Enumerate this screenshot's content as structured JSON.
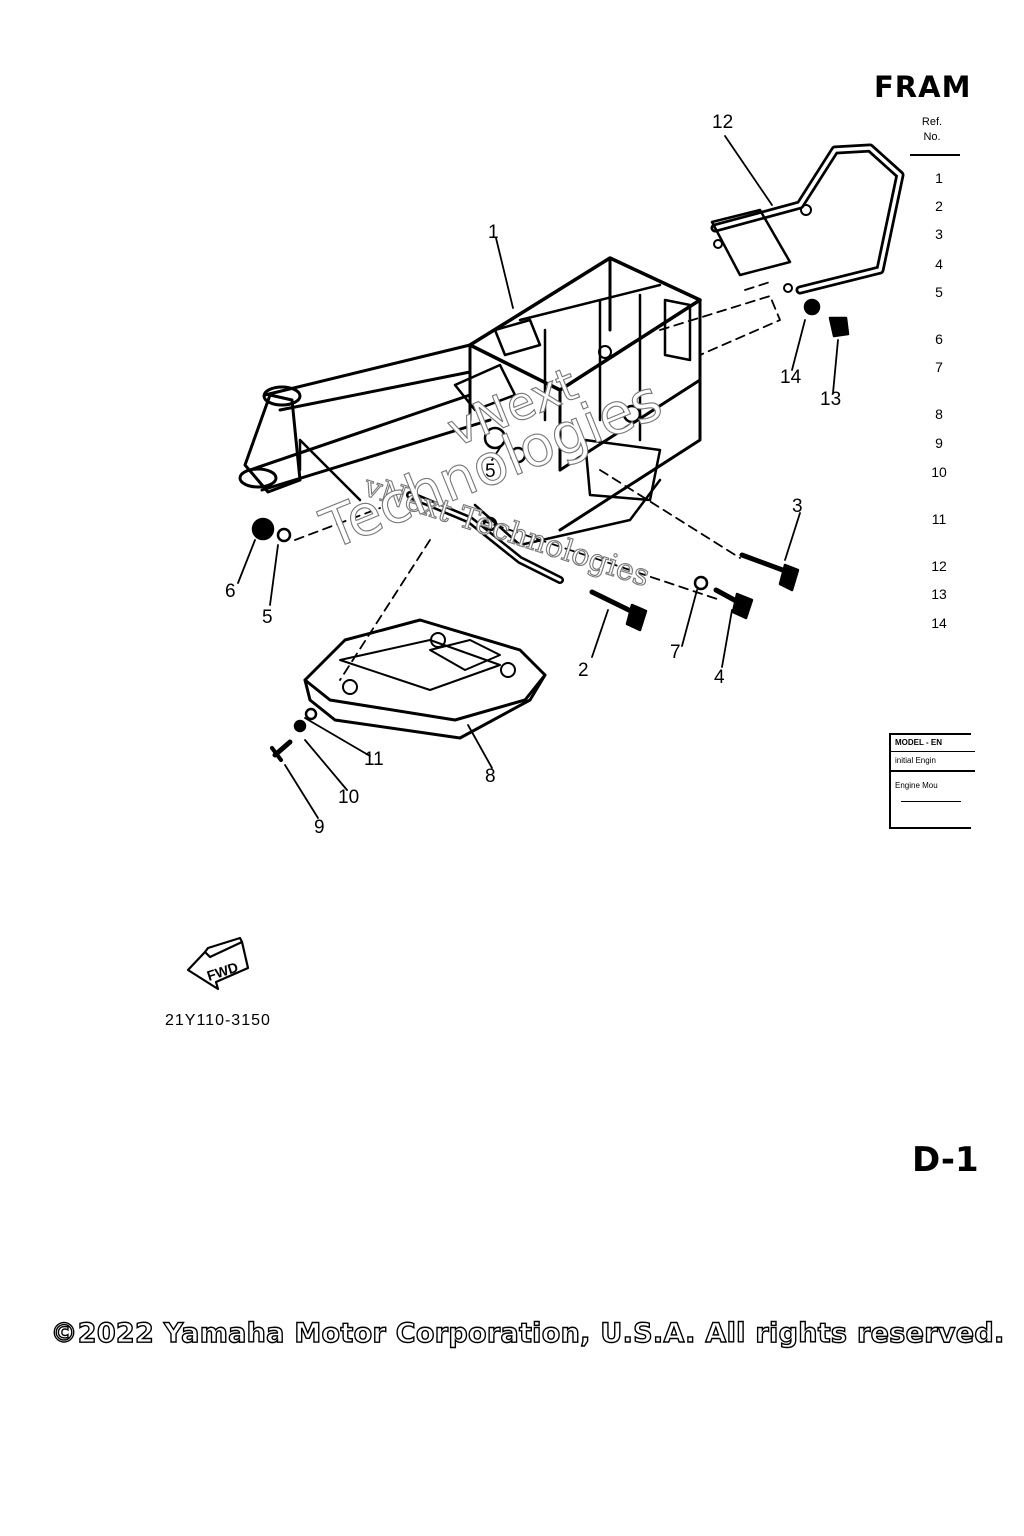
{
  "header": {
    "title": "FRAM",
    "ref_column_header": [
      "Ref.",
      "No."
    ],
    "ref_numbers": [
      "1",
      "2",
      "3",
      "4",
      "5",
      "6",
      "7",
      "8",
      "9",
      "10",
      "11",
      "12",
      "13",
      "14"
    ]
  },
  "diagram": {
    "callouts": [
      "1",
      "2",
      "3",
      "4",
      "5",
      "6",
      "7",
      "8",
      "9",
      "10",
      "11",
      "12",
      "13",
      "14",
      "5"
    ],
    "fwd_label": "FWD",
    "drawing_code": "21Y110-3150"
  },
  "model_box": {
    "row1": "MODEL - EN",
    "row2": "initial Engin",
    "row3": "Engine Mou"
  },
  "page_id": "D-1",
  "footer": "©2022 Yamaha Motor Corporation, U.S.A. All rights reserved.",
  "watermark": {
    "line1": "vNext Technologies",
    "line2": "Technologies",
    "line3": "vNext"
  }
}
